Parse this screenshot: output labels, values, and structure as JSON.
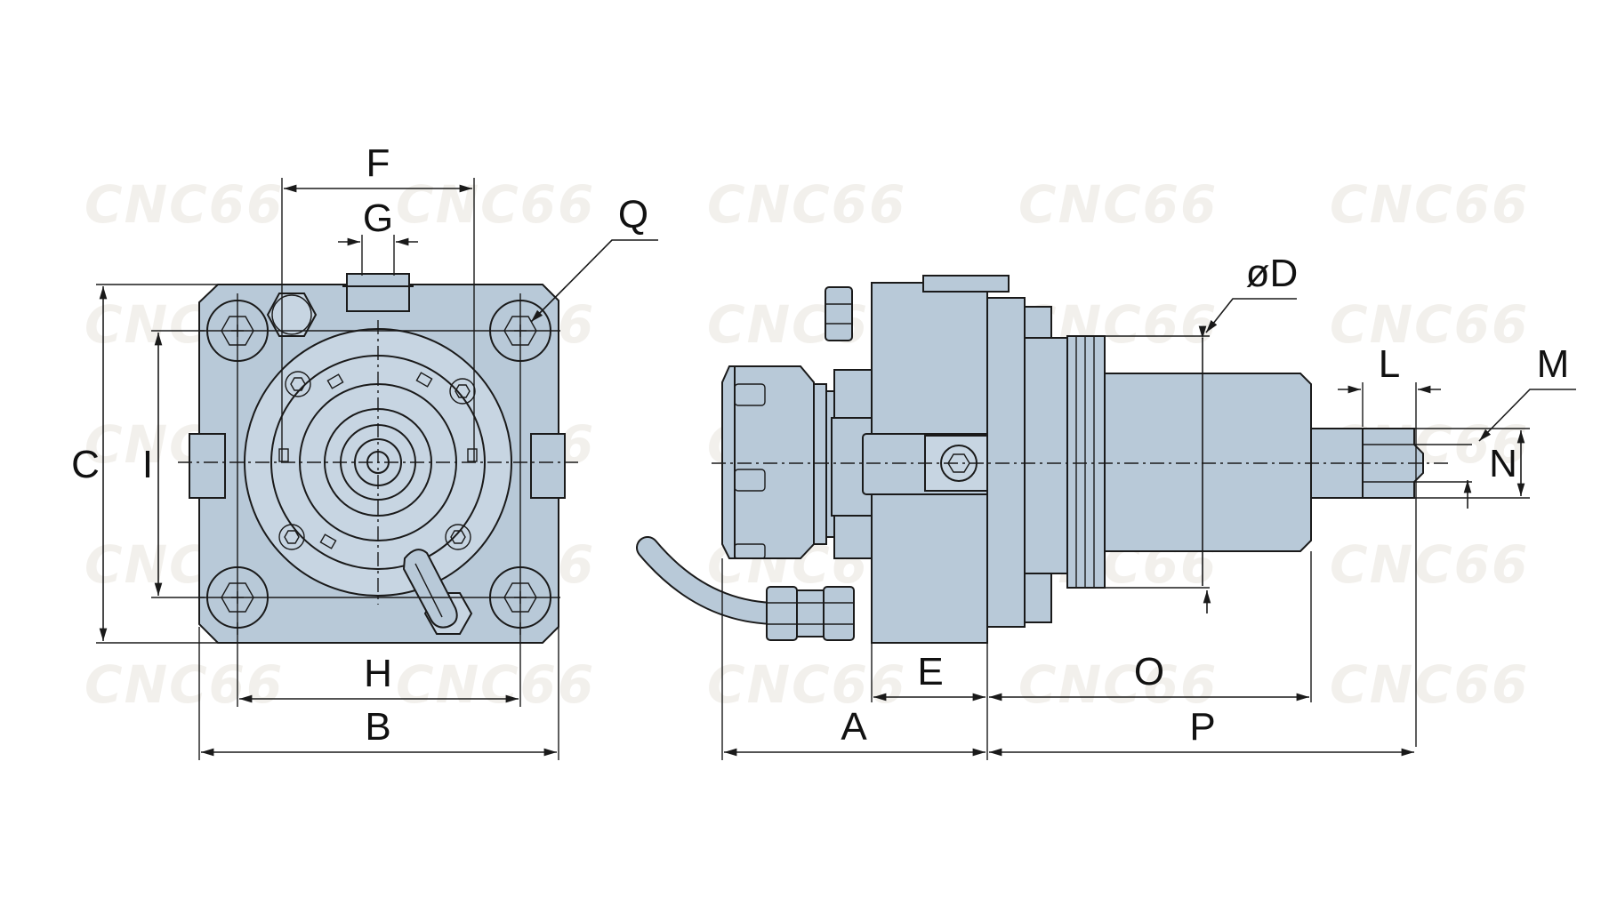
{
  "watermark": "CNC66",
  "colors": {
    "part_fill": "#b8c9d8",
    "outline": "#1a1a1a",
    "watermark": "#f2f0ec"
  },
  "labels": {
    "F": "F",
    "G": "G",
    "Q": "Q",
    "C": "C",
    "I": "I",
    "H": "H",
    "B": "B",
    "D": "øD",
    "L": "L",
    "M": "M",
    "N": "N",
    "E": "E",
    "O": "O",
    "A": "A",
    "P": "P"
  }
}
